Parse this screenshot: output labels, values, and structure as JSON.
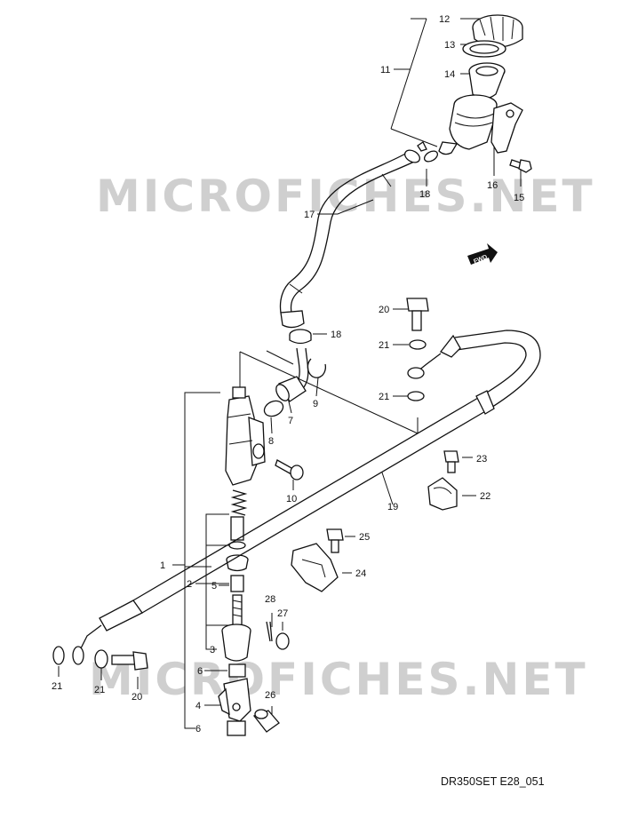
{
  "watermark": "MICROFICHES.NET",
  "footer": "DR350SET E28_051",
  "fwd_label": "FWD",
  "labels": {
    "l1": "1",
    "l2": "2",
    "l3": "3",
    "l4": "4",
    "l5": "5",
    "l6a": "6",
    "l6b": "6",
    "l7": "7",
    "l8": "8",
    "l9": "9",
    "l10": "10",
    "l11": "11",
    "l12": "12",
    "l13": "13",
    "l14": "14",
    "l15": "15",
    "l16": "16",
    "l17": "17",
    "l18a": "18",
    "l18b": "18",
    "l19": "19",
    "l20a": "20",
    "l20b": "20",
    "l21a": "21",
    "l21b": "21",
    "l21c": "21",
    "l21d": "21",
    "l22": "22",
    "l23": "23",
    "l24": "24",
    "l25": "25",
    "l26": "26",
    "l27": "27",
    "l28": "28"
  }
}
